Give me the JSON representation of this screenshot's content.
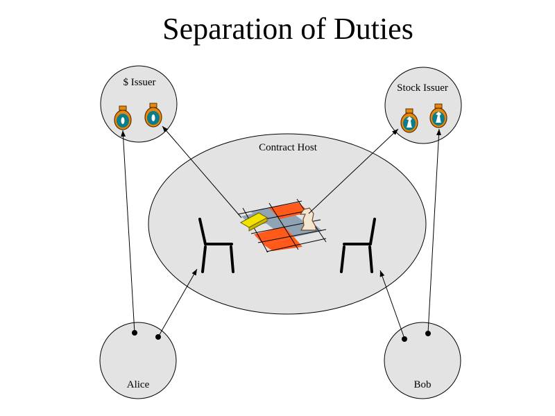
{
  "title": "Separation of Duties",
  "nodes": {
    "dollar_issuer": "$ Issuer",
    "stock_issuer": "Stock Issuer",
    "contract_host": "Contract Host",
    "alice": "Alice",
    "bob": "Bob"
  },
  "colors": {
    "circle_fill": "#e3e3e3",
    "table_orange": "#ff5a1a",
    "table_blue": "#8fa3b5",
    "gold": "#f2e200",
    "purse_teal": "#0a7d8a",
    "purse_orange": "#e8870e"
  }
}
